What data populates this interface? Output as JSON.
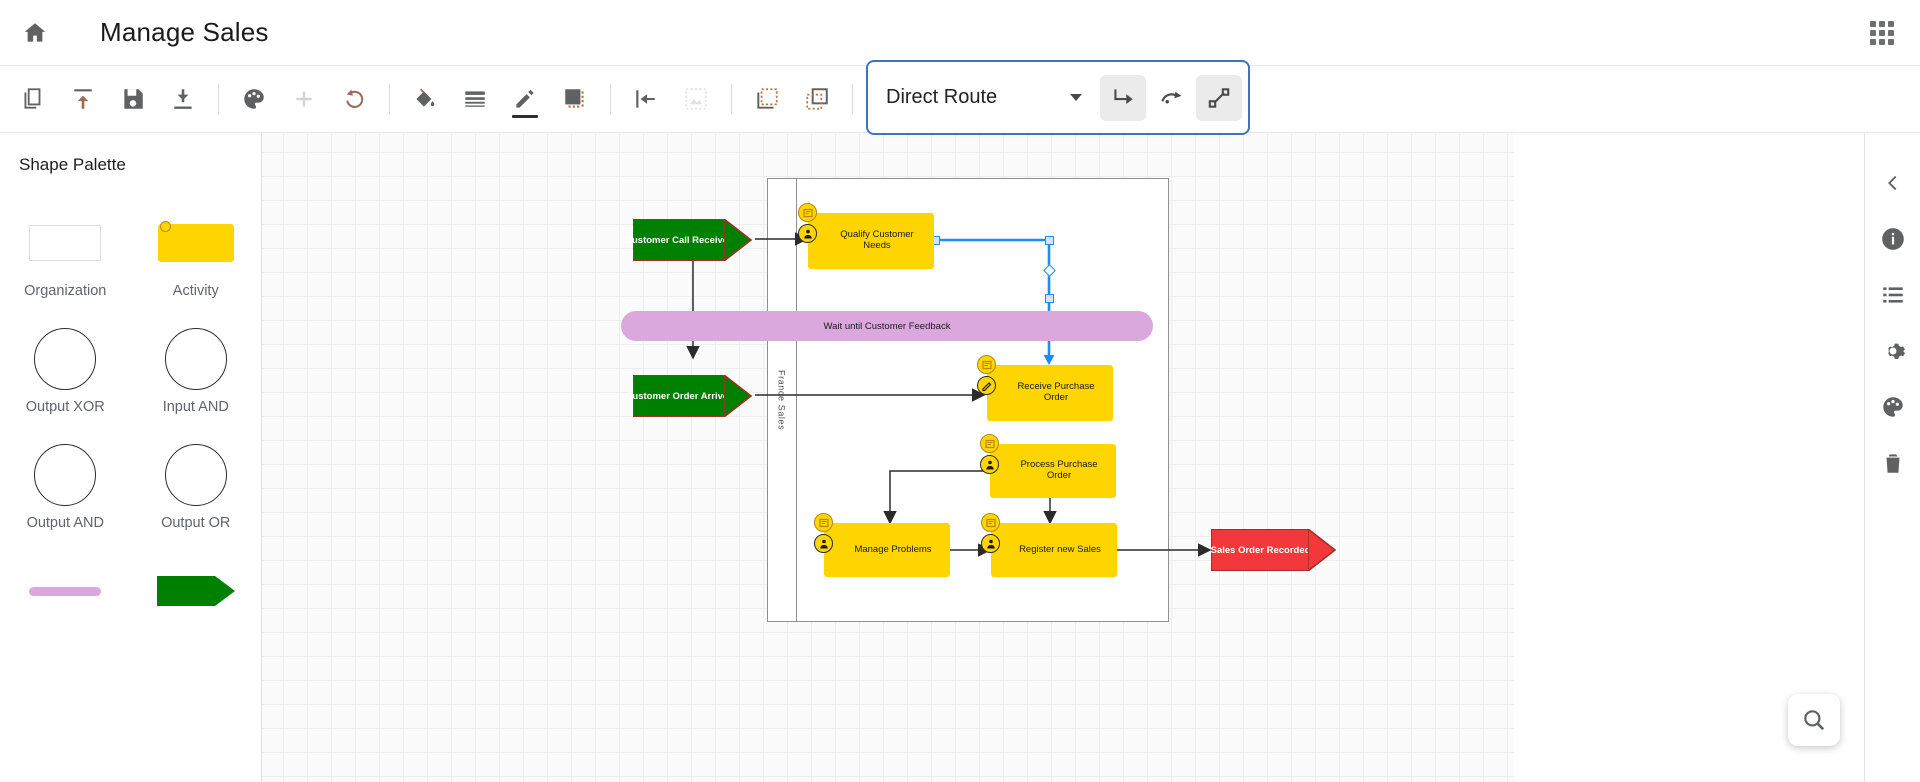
{
  "header": {
    "title": "Manage Sales",
    "home_icon": "home-icon",
    "apps_icon": "apps-grid-icon"
  },
  "toolbar": {
    "buttons": [
      {
        "name": "copy-icon",
        "label": "Copy"
      },
      {
        "name": "upload-icon",
        "label": "Upload"
      },
      {
        "name": "save-icon",
        "label": "Save"
      },
      {
        "name": "download-icon",
        "label": "Download"
      },
      {
        "name": "palette-icon",
        "label": "Theme"
      },
      {
        "name": "add-icon",
        "label": "Add"
      },
      {
        "name": "undo-icon",
        "label": "Undo"
      },
      {
        "name": "fill-color-icon",
        "label": "Fill Color"
      },
      {
        "name": "line-weight-icon",
        "label": "Line Weight"
      },
      {
        "name": "pencil-icon",
        "label": "Line Color"
      },
      {
        "name": "shadow-icon",
        "label": "Shadow"
      },
      {
        "name": "align-left-icon",
        "label": "Align Left"
      },
      {
        "name": "image-icon",
        "label": "Image"
      },
      {
        "name": "group-icon",
        "label": "Group"
      },
      {
        "name": "ungroup-icon",
        "label": "Ungroup"
      }
    ]
  },
  "route": {
    "selected": "Direct Route",
    "caret_icon": "chevron-down-icon",
    "options": [
      "Direct Route"
    ],
    "buttons": [
      {
        "name": "orthogonal-route-icon",
        "label": "Orthogonal Route",
        "selected": true
      },
      {
        "name": "curved-route-icon",
        "label": "Curved Route",
        "selected": false
      },
      {
        "name": "straight-route-icon",
        "label": "Straight Route",
        "selected": true
      }
    ],
    "highlight_color": "#3d72c4"
  },
  "palette": {
    "title": "Shape Palette",
    "items": [
      {
        "label": "Organization",
        "shape": "organization"
      },
      {
        "label": "Activity",
        "shape": "activity"
      },
      {
        "label": "Output XOR",
        "shape": "circle"
      },
      {
        "label": "Input AND",
        "shape": "circle"
      },
      {
        "label": "Output AND",
        "shape": "circle"
      },
      {
        "label": "Output OR",
        "shape": "circle"
      },
      {
        "label": "",
        "shape": "wait-bar"
      },
      {
        "label": "",
        "shape": "event"
      }
    ]
  },
  "canvas": {
    "lane_label": "France Sales",
    "nodes": [
      {
        "id": "n1",
        "type": "event",
        "label": "Customer Call Received"
      },
      {
        "id": "n2",
        "type": "activity",
        "label": "Qualify Customer Needs"
      },
      {
        "id": "n3",
        "type": "wait",
        "label": "Wait until Customer Feedback"
      },
      {
        "id": "n4",
        "type": "event",
        "label": "Customer Order Arrives"
      },
      {
        "id": "n5",
        "type": "activity",
        "label": "Receive Purchase Order"
      },
      {
        "id": "n6",
        "type": "activity",
        "label": "Process Purchase Order"
      },
      {
        "id": "n7",
        "type": "activity",
        "label": "Manage Problems"
      },
      {
        "id": "n8",
        "type": "activity",
        "label": "Register new Sales"
      },
      {
        "id": "n9",
        "type": "event-end",
        "label": "Sales Order Recorded"
      }
    ],
    "selected_connector": {
      "from": "Qualify Customer Needs",
      "to": "Receive Purchase Order",
      "color": "#1a8cff"
    },
    "colors": {
      "activity": "#ffd500",
      "event_start": "#008000",
      "event_end": "#f2383a",
      "wait": "#dba8dd",
      "event_border": "#a03025"
    }
  },
  "rail": {
    "items": [
      {
        "name": "collapse-chevron-icon",
        "label": "Collapse"
      },
      {
        "name": "info-icon",
        "label": "Information"
      },
      {
        "name": "list-icon",
        "label": "List"
      },
      {
        "name": "gear-icon",
        "label": "Settings"
      },
      {
        "name": "palette-icon",
        "label": "Appearance"
      },
      {
        "name": "trash-icon",
        "label": "Delete"
      }
    ],
    "fab": {
      "name": "search-zoom-icon",
      "label": "Zoom"
    }
  }
}
